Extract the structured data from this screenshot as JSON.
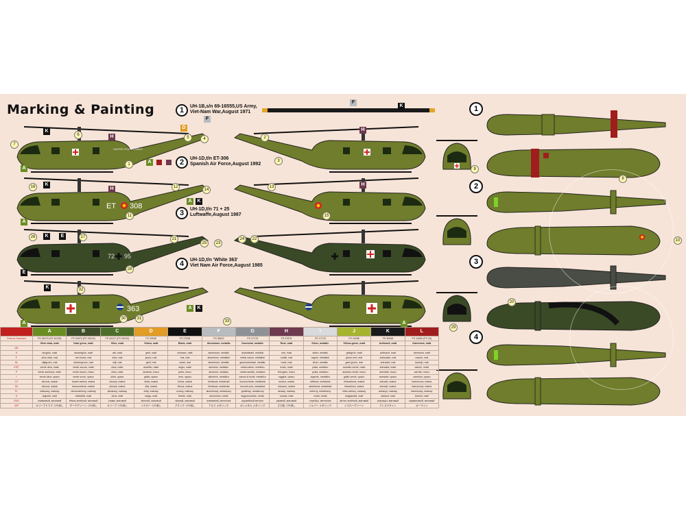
{
  "title": "Marking & Painting",
  "schemes": [
    {
      "num": "1",
      "lines": [
        "UH-1B,s/n 69-16555,US Army,",
        "Viet-Nam War,August 1971"
      ]
    },
    {
      "num": "2",
      "lines": [
        "UH-1D,t/n ET-306",
        "Spanish Air Force,August 1992"
      ]
    },
    {
      "num": "3",
      "lines": [
        "UH-1D,t/n 71 + 25",
        "Luftwaffe,August 1987"
      ]
    },
    {
      "num": "4",
      "lines": [
        "UH-1D,t/n 'White 363'",
        "Viet Nam Air Force,August 1985"
      ]
    }
  ],
  "side_labels": [
    "UNITED STATES ARMY",
    "ET",
    "308",
    "72",
    "95",
    "363"
  ],
  "colors": {
    "sheet_bg": "#f7e4d8",
    "olive": "#6f7d2c",
    "dark_green": "#3a4a26",
    "black": "#111111",
    "scheme3_grey": "#4a4d45",
    "cross_red": "#d42020",
    "accent_green": "#7fd12b"
  },
  "paint_table": {
    "headers": [
      {
        "code": "",
        "color": "#c21f1f"
      },
      {
        "code": "A",
        "color": "#6b8e23"
      },
      {
        "code": "B",
        "color": "#3f4f2a"
      },
      {
        "code": "C",
        "color": "#4c6e2a"
      },
      {
        "code": "D",
        "color": "#e39c26"
      },
      {
        "code": "E",
        "color": "#111111"
      },
      {
        "code": "F",
        "color": "#b8bcc0"
      },
      {
        "code": "G",
        "color": "#8e9297"
      },
      {
        "code": "H",
        "color": "#6d3a4f"
      },
      {
        "code": "I",
        "color": "#d9dadb"
      },
      {
        "code": "J",
        "color": "#a7b42e"
      },
      {
        "code": "K",
        "color": "#1a1a1a"
      },
      {
        "code": "L",
        "color": "#a01d1d"
      }
    ],
    "rows": [
      [
        "Federal Standard",
        "FS 34079 (FS 34128)",
        "FS 34079 (FS 34102)",
        "FS 34127 (FS 34102)",
        "FS 33538",
        "FS 37038",
        "FS 36622",
        "FS 17178",
        "FS 37875",
        "FS 17178",
        "FS 34256",
        "FS 30045",
        "FS 14050 (FS 34)"
      ],
      [
        "",
        "Olive drab, matt",
        "Dark green, matt",
        "Olive, matt",
        "Yellow, matt",
        "Black, matt",
        "Aluminium, metallic",
        "Gunmetal, metallic",
        "Rust, matt",
        "Silver, metallic",
        "Yellow-green, matt",
        "Anthracit, matt",
        "Karminrot, matt"
      ],
      [
        "GB",
        "",
        "",
        "",
        "",
        "",
        "",
        "",
        "",
        "",
        "",
        "",
        ""
      ],
      [
        "D",
        "olivgrün, matt",
        "dunkelgrün, matt",
        "oliv, matt",
        "gelb, matt",
        "schwarz, matt",
        "aluminium, metallic",
        "dunkelstahl, metallic",
        "rost, matt",
        "silber, metallic",
        "gelbgrün, matt",
        "anthrazit, matt",
        "karminrot, matt"
      ],
      [
        "F",
        "olive drab, mat",
        "vert foncé, mat",
        "olive, mat",
        "jaune, mat",
        "noir, mat",
        "aluminium, métallisé",
        "métal canon, métallisé",
        "rouille, mat",
        "argent, métallisé",
        "jaune-vert, mat",
        "anthracite, mat",
        "carmin, mat"
      ],
      [
        "NL",
        "olijfgroen, mat",
        "donkergroen, mat",
        "olijf, mat",
        "geel, mat",
        "zwart, mat",
        "aluminium, metallic",
        "geschutmetaal, metallic",
        "roest, mat",
        "zilver, metallic",
        "geel-groen, mat",
        "antraciet, mat",
        "karmijn, mat"
      ],
      [
        "ESP",
        "verde oliva, mate",
        "verde oscuro, mate",
        "oliva, mate",
        "amarillo, mate",
        "negro, mate",
        "aluminio, metálico",
        "metal cañon, metálico",
        "óxido, mate",
        "plata, metálico",
        "amarillo-verde, mate",
        "antracita, mate",
        "carmín, mate"
      ],
      [
        "P",
        "verde azeitona, mate",
        "verde escuro, fosco",
        "oliva, mate",
        "amarelo, fosco",
        "preto, fosco",
        "alumínio, metálico",
        "metal canhão, metálico",
        "ferrugem, fosco",
        "prata, metálico",
        "amarelo-verde, fosco",
        "antracite, fosco",
        "carmim, fosco"
      ],
      [
        "I",
        "verde oliva, opaco",
        "verde scuro, opaco",
        "oliva, opaco",
        "giallo, opaco",
        "nero, opaco",
        "alluminio, metallico",
        "canna di fucile, metallico",
        "ruggine, opaco",
        "argento, metallico",
        "giallo-verde, opaco",
        "antracite, opaco",
        "carminio, opaco"
      ],
      [
        "CZ",
        "olivová, matná",
        "tmavě zelená, matná",
        "olivová, matná",
        "žlutá, matná",
        "černá, matná",
        "hliníková, metalická",
        "kovová šedá, metalická",
        "rezavá, matná",
        "stříbrná, metalická",
        "žlutozelená, matná",
        "antracit, matná",
        "karmínová, matná"
      ],
      [
        "SK",
        "olivová, matná",
        "tmavozelená, matná",
        "olivová, matná",
        "žltá, matná",
        "čierna, matná",
        "hliníková, metalická",
        "kovová sivá, metalická",
        "hrdzavá, matná",
        "strieborná, metalická",
        "žltozelená, matná",
        "antracit, matná",
        "karmínová, matná"
      ],
      [
        "PL",
        "oliwkowy, matowy",
        "ciemnozielony, matowy",
        "oliwkowy, matowy",
        "żółty, matowy",
        "czarny, matowy",
        "aluminiowy, metaliczny",
        "grafitowy, metaliczny",
        "rdzawy, matowy",
        "srebrny, metaliczny",
        "żółto-zielony, matowy",
        "antracyt, matowy",
        "karminowy, matowy"
      ],
      [
        "H",
        "olajzöld, matt",
        "sötétzöld, matt",
        "olíva, matt",
        "sárga, matt",
        "fekete, matt",
        "alumínium, metál",
        "fegyverszürke, metál",
        "rozsda, matt",
        "ezüst, metál",
        "sárgászöld, matt",
        "antracit, matt",
        "kármin, matt"
      ],
      [
        "RUS",
        "оливковый, матовый",
        "тёмно-зелёный, матовый",
        "олива, матовый",
        "жёлтый, матовый",
        "чёрный, матовый",
        "алюминий, металлик",
        "оружейный металл",
        "ржавый, матовый",
        "серебро, металлик",
        "жёлто-зелёный, матовый",
        "антрацит, матовый",
        "карминовый, матовый"
      ],
      [
        "JAP",
        "オリーブドラブ つや消し",
        "ダークグリーン つや消し",
        "オリーブ つや消し",
        "イエロー つや消し",
        "ブラック つや消し",
        "アルミ メタリック",
        "ガンメタル メタリック",
        "さび色 つや消し",
        "シルバー メタリック",
        "イエローグリーン",
        "アンスラサイト",
        "カーマイン"
      ]
    ]
  },
  "callouts": {
    "scheme1": [
      "1",
      "2",
      "3",
      "4",
      "5",
      "6",
      "7"
    ],
    "scheme2": [
      "11",
      "12",
      "13",
      "14",
      "15",
      "16"
    ],
    "scheme3": [
      "21",
      "22",
      "23",
      "24",
      "25",
      "26",
      "27",
      "28"
    ],
    "scheme4": [
      "29",
      "30",
      "31",
      "32",
      "33"
    ],
    "top_views": [
      "8",
      "9",
      "10",
      "20"
    ]
  }
}
